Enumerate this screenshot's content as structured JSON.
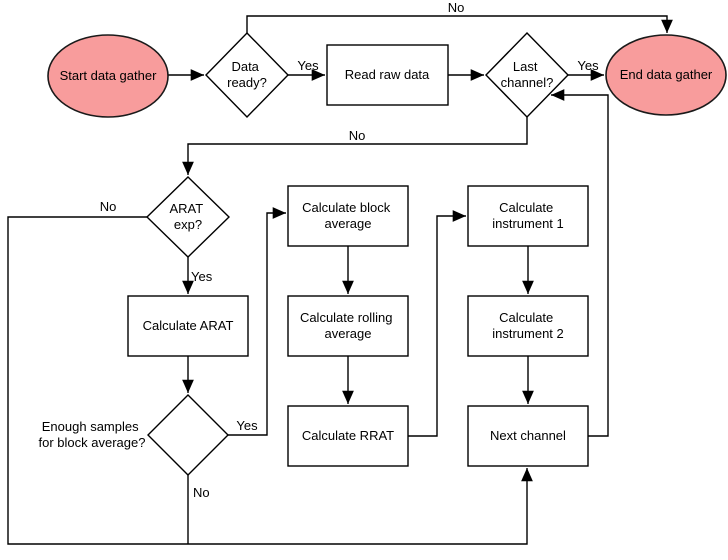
{
  "diagram": {
    "description": "Data gather flowchart",
    "colors": {
      "background": "#ffffff",
      "stroke": "#000000",
      "terminal_fill": "#F89C9C",
      "process_fill": "#ffffff",
      "text": "#000000"
    },
    "nodes": {
      "start": {
        "label": "Start data gather",
        "shape": "ellipse"
      },
      "data_ready": {
        "line1": "Data",
        "line2": "ready?",
        "shape": "diamond"
      },
      "read_raw": {
        "label": "Read raw data",
        "shape": "rect"
      },
      "last_channel": {
        "line1": "Last",
        "line2": "channel?",
        "shape": "diamond"
      },
      "end": {
        "label": "End data gather",
        "shape": "ellipse"
      },
      "arat_exp": {
        "line1": "ARAT",
        "line2": "exp?",
        "shape": "diamond"
      },
      "calc_arat": {
        "label": "Calculate ARAT",
        "shape": "rect"
      },
      "enough_samples": {
        "line1": "Enough samples",
        "line2": "for block average?",
        "shape": "diamond"
      },
      "calc_block": {
        "line1": "Calculate block",
        "line2": "average",
        "shape": "rect"
      },
      "calc_rolling": {
        "line1": "Calculate rolling",
        "line2": "average",
        "shape": "rect"
      },
      "calc_rrat": {
        "label": "Calculate RRAT",
        "shape": "rect"
      },
      "calc_inst1": {
        "line1": "Calculate",
        "line2": "instrument 1",
        "shape": "rect"
      },
      "calc_inst2": {
        "line1": "Calculate",
        "line2": "instrument 2",
        "shape": "rect"
      },
      "next_channel": {
        "label": "Next channel",
        "shape": "rect"
      }
    },
    "edge_labels": {
      "data_ready_yes": "Yes",
      "data_ready_no": "No",
      "last_channel_yes": "Yes",
      "last_channel_no": "No",
      "arat_yes": "Yes",
      "arat_no": "No",
      "enough_yes": "Yes",
      "enough_no": "No"
    }
  }
}
